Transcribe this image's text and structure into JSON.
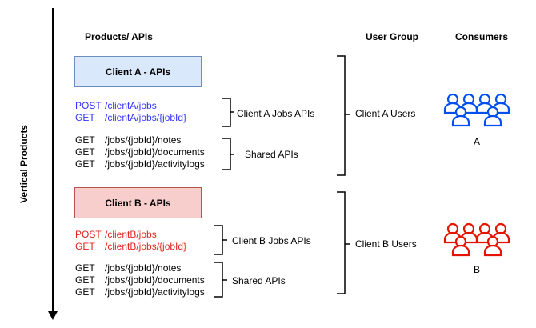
{
  "axis": {
    "label": "Vertical Products"
  },
  "headers": {
    "products": "Products/ APIs",
    "user_group": "User Group",
    "consumers": "Consumers"
  },
  "client_a": {
    "box_label": "Client A - APIs",
    "apis": [
      {
        "method": "POST",
        "path": "/clientA/jobs"
      },
      {
        "method": "GET",
        "path": "/clientA/jobs/{jobId}"
      }
    ],
    "jobs_label": "Client A Jobs APIs",
    "shared": [
      {
        "method": "GET",
        "path": "/jobs/{jobId}/notes"
      },
      {
        "method": "GET",
        "path": "/jobs/{jobId}/documents"
      },
      {
        "method": "GET",
        "path": "/jobs/{jobId}/activitylogs"
      }
    ],
    "shared_label": "Shared APIs",
    "users_label": "Client A Users",
    "consumer_label": "A",
    "color": "#3333ff",
    "users_icon_color": "#0050ef"
  },
  "client_b": {
    "box_label": "Client B - APIs",
    "apis": [
      {
        "method": "POST",
        "path": "/clientB/jobs"
      },
      {
        "method": "GET",
        "path": "/clientB/jobs/{jobId}"
      }
    ],
    "jobs_label": "Client B Jobs APIs",
    "shared": [
      {
        "method": "GET",
        "path": "/jobs/{jobId}/notes"
      },
      {
        "method": "GET",
        "path": "/jobs/{jobId}/documents"
      },
      {
        "method": "GET",
        "path": "/jobs/{jobId}/activitylogs"
      }
    ],
    "shared_label": "Shared APIs",
    "users_label": "Client B Users",
    "consumer_label": "B",
    "color": "#e0261c",
    "users_icon_color": "#e51400"
  }
}
